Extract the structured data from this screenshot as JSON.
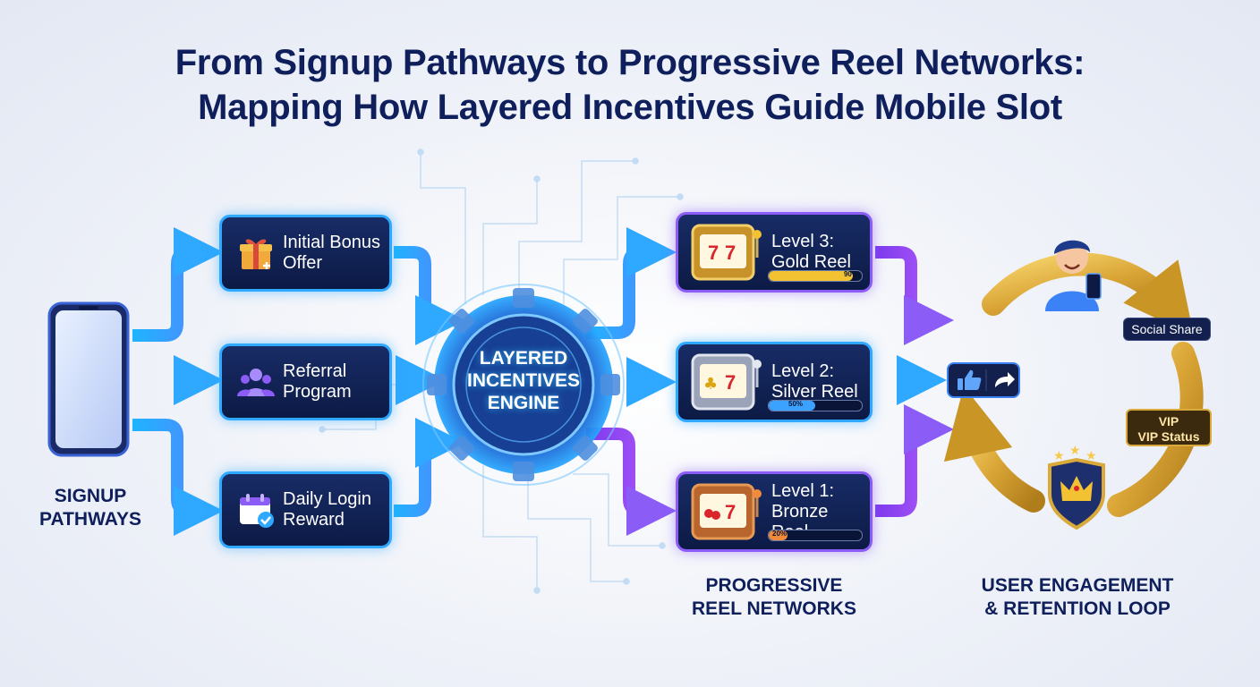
{
  "title": {
    "line1": "From Signup Pathways to Progressive Reel Networks:",
    "line2": "Mapping How Layered Incentives Guide Mobile Slot"
  },
  "signup": {
    "label_line1": "SIGNUP",
    "label_line2": "PATHWAYS",
    "items": [
      {
        "line1": "Initial Bonus",
        "line2": "Offer",
        "icon": "gift-icon"
      },
      {
        "line1": "Referral",
        "line2": "Program",
        "icon": "users-icon"
      },
      {
        "line1": "Daily Login",
        "line2": "Reward",
        "icon": "calendar-check-icon"
      }
    ]
  },
  "engine": {
    "line1": "LAYERED",
    "line2": "INCENTIVES",
    "line3": "ENGINE"
  },
  "reels": {
    "label_line1": "PROGRESSIVE",
    "label_line2": "REEL NETWORKS",
    "tiers": [
      {
        "line1": "Level 3:",
        "line2": "Gold Reel",
        "progress_label": "90%",
        "progress": 0.9,
        "color": "#f2c233"
      },
      {
        "line1": "Level 2:",
        "line2": "Silver Reel",
        "progress_label": "50%",
        "progress": 0.5,
        "color": "#3ba3ff"
      },
      {
        "line1": "Level 1:",
        "line2": "Bronze Reel",
        "progress_label": "20%",
        "progress": 0.2,
        "color": "#f08a3c"
      }
    ]
  },
  "loop": {
    "label_line1": "USER ENGAGEMENT",
    "label_line2": "& RETENTION LOOP",
    "social_share": "Social Share",
    "vip_line1": "VIP",
    "vip_line2": "VIP Status"
  },
  "colors": {
    "blue_flow": "#2fa8ff",
    "purple_flow": "#8b5cf6",
    "gold": "#e0b23c",
    "navy": "#0f1f5c"
  }
}
